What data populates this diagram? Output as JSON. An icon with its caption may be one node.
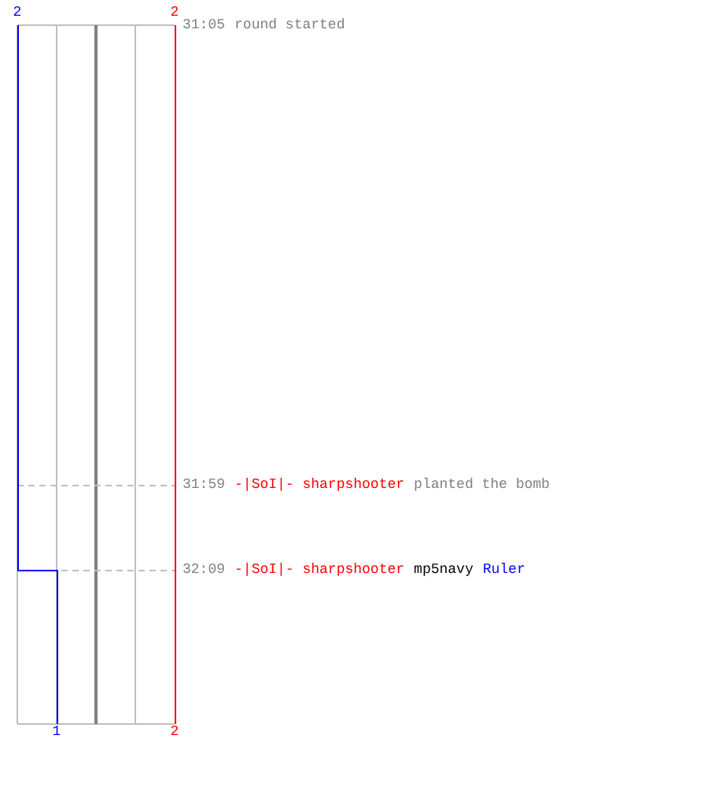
{
  "diagram": {
    "labels": [
      "2",
      "2",
      "31:05",
      "round started",
      "31:59",
      "-|SoI|- sharpshooter",
      "planted the bomb",
      "32:09",
      "-|SoI|- sharpshooter",
      "mp5navy",
      "Ruler",
      "1",
      "2"
    ]
  }
}
